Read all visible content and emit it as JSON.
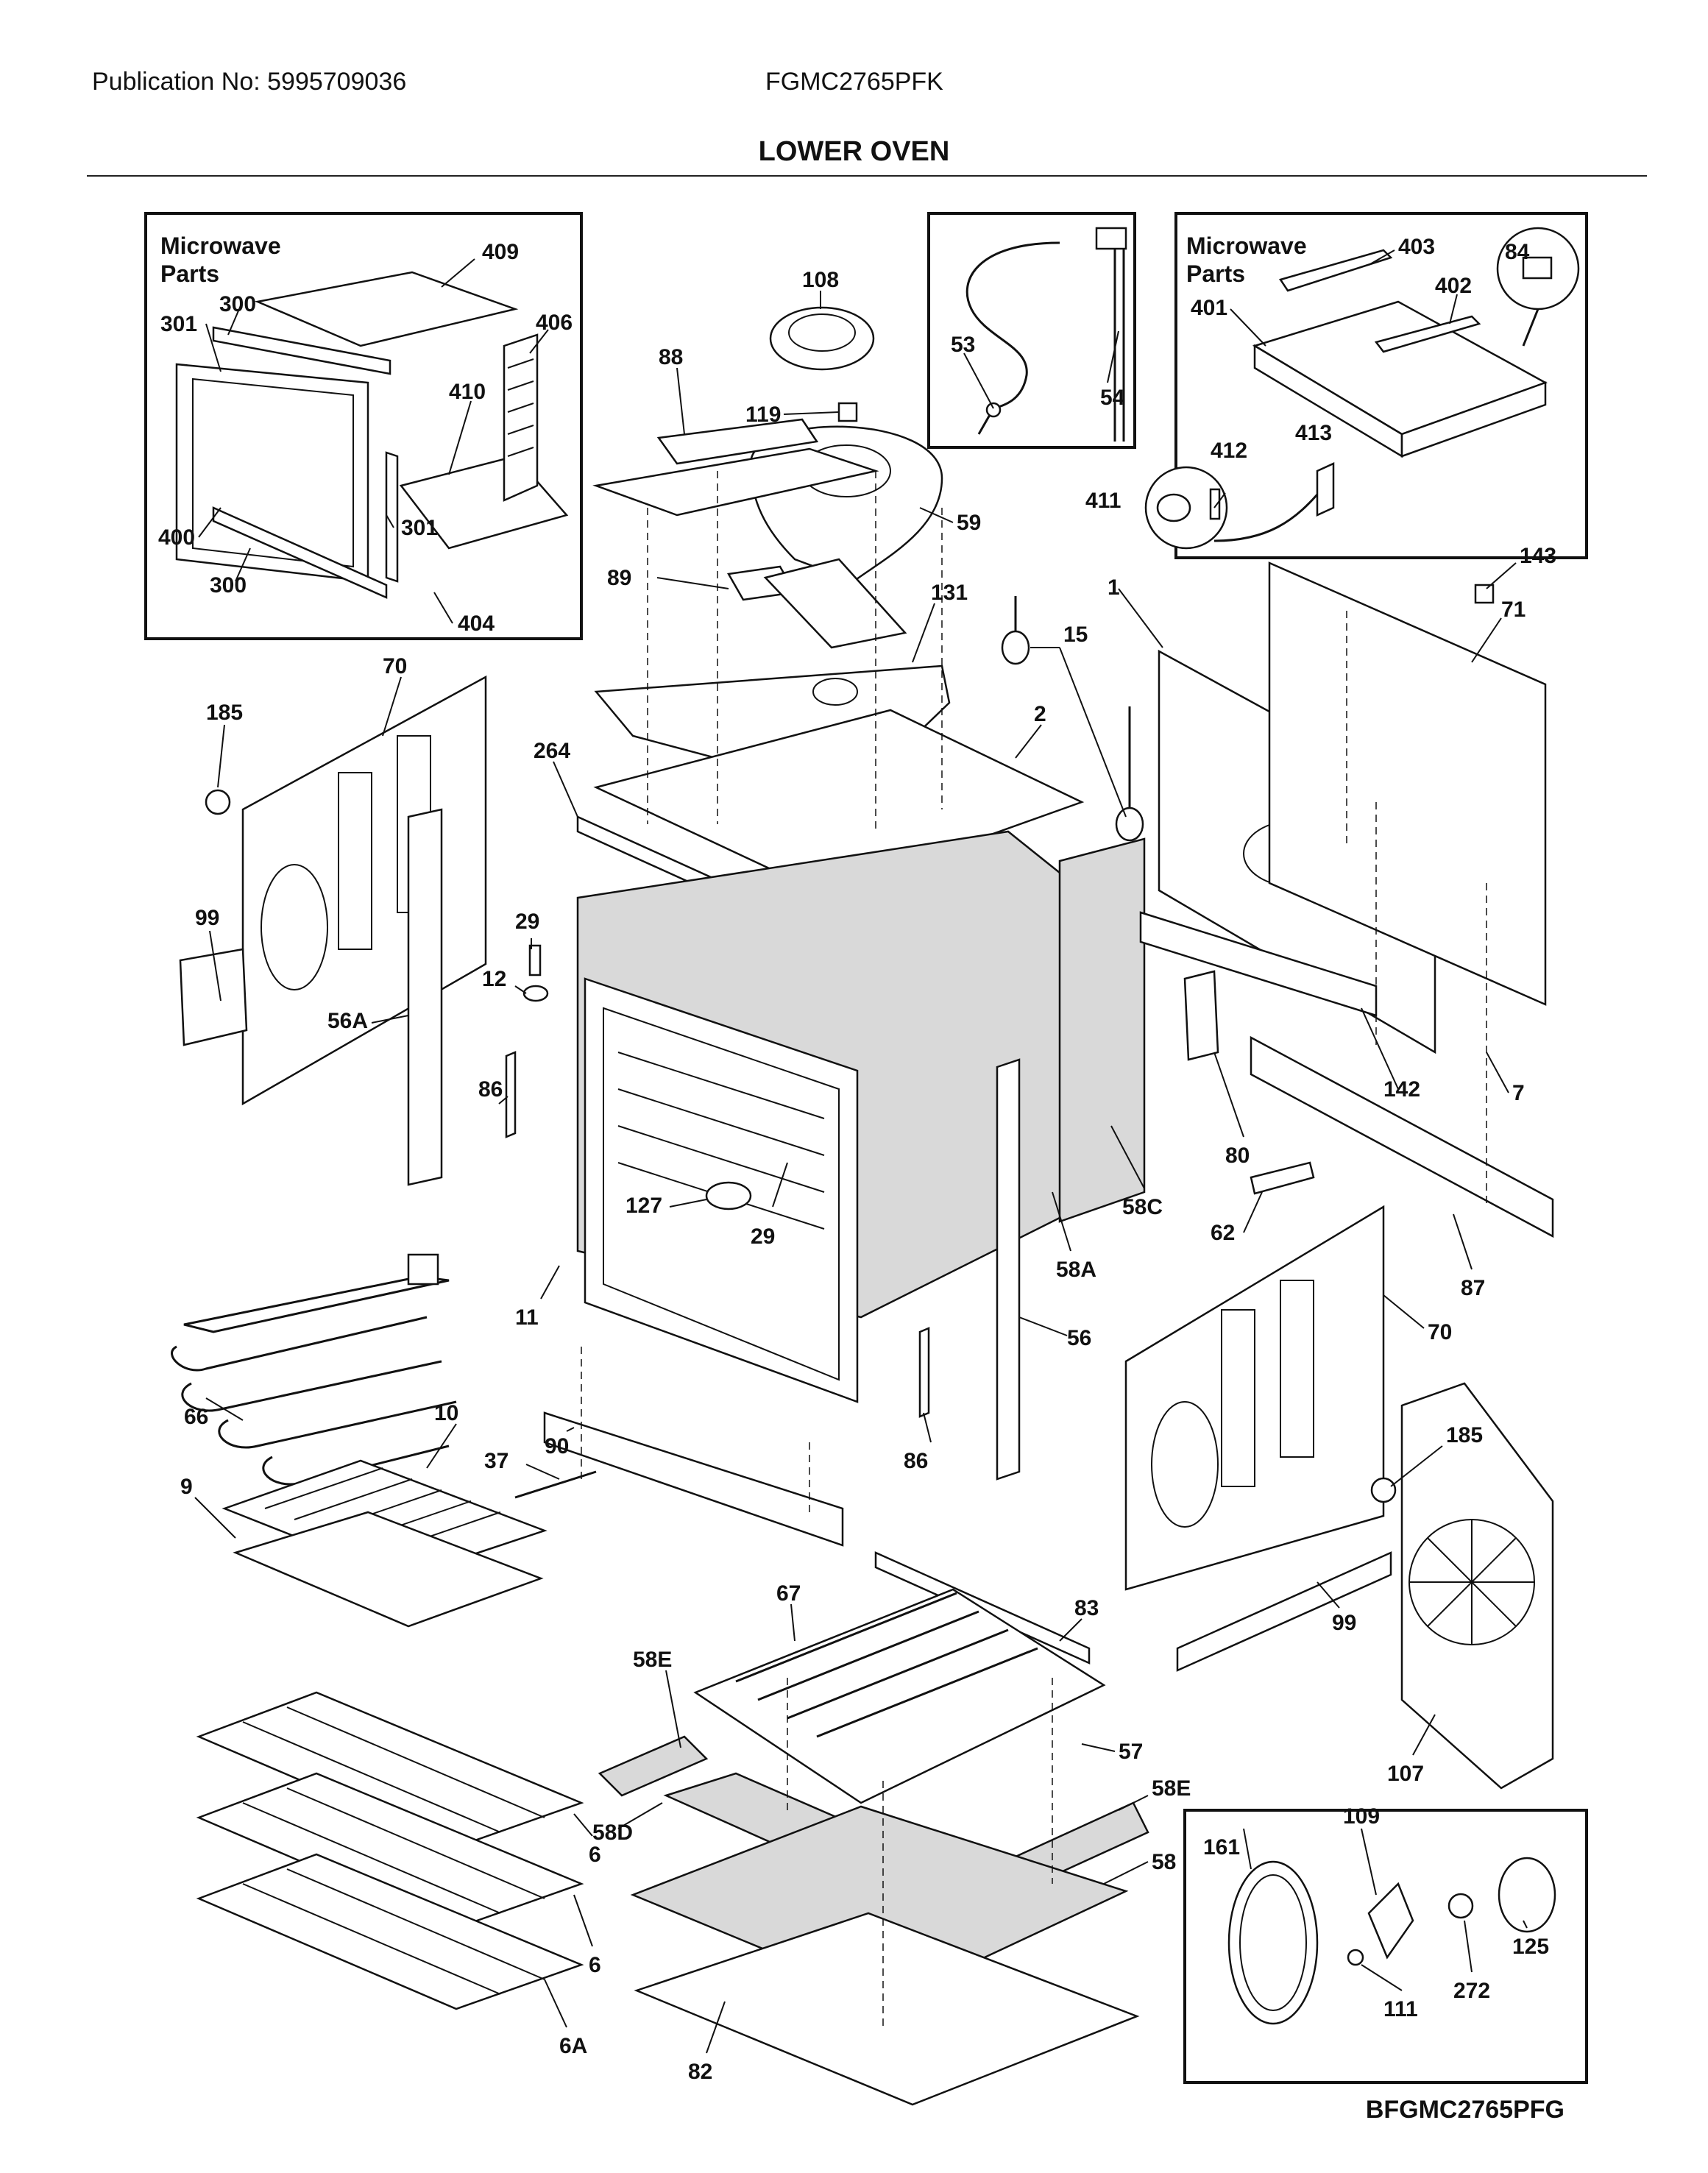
{
  "header": {
    "publication": "Publication No: 5995709036",
    "model": "FGMC2765PFK",
    "title": "LOWER OVEN"
  },
  "footer": {
    "code": "BFGMC2765PFG"
  },
  "insets": {
    "microwave_left": {
      "title_line1": "Microwave",
      "title_line2": "Parts"
    },
    "microwave_right": {
      "title_line1": "Microwave",
      "title_line2": "Parts"
    }
  },
  "callouts": [
    "409",
    "300",
    "301",
    "406",
    "410",
    "400",
    "301",
    "300",
    "404",
    "108",
    "88",
    "119",
    "59",
    "89",
    "131",
    "53",
    "54",
    "403",
    "402",
    "84",
    "401",
    "413",
    "412",
    "411",
    "143",
    "71",
    "1",
    "15",
    "2",
    "264",
    "70",
    "185",
    "99",
    "56A",
    "29",
    "12",
    "86",
    "127",
    "29",
    "11",
    "58A",
    "58C",
    "56",
    "80",
    "142",
    "7",
    "87",
    "62",
    "66",
    "90",
    "86",
    "10",
    "37",
    "9",
    "70",
    "185",
    "99",
    "67",
    "83",
    "58E",
    "57",
    "58E",
    "58D",
    "58",
    "6",
    "6",
    "6A",
    "82",
    "107",
    "109",
    "161",
    "125",
    "111",
    "272"
  ]
}
